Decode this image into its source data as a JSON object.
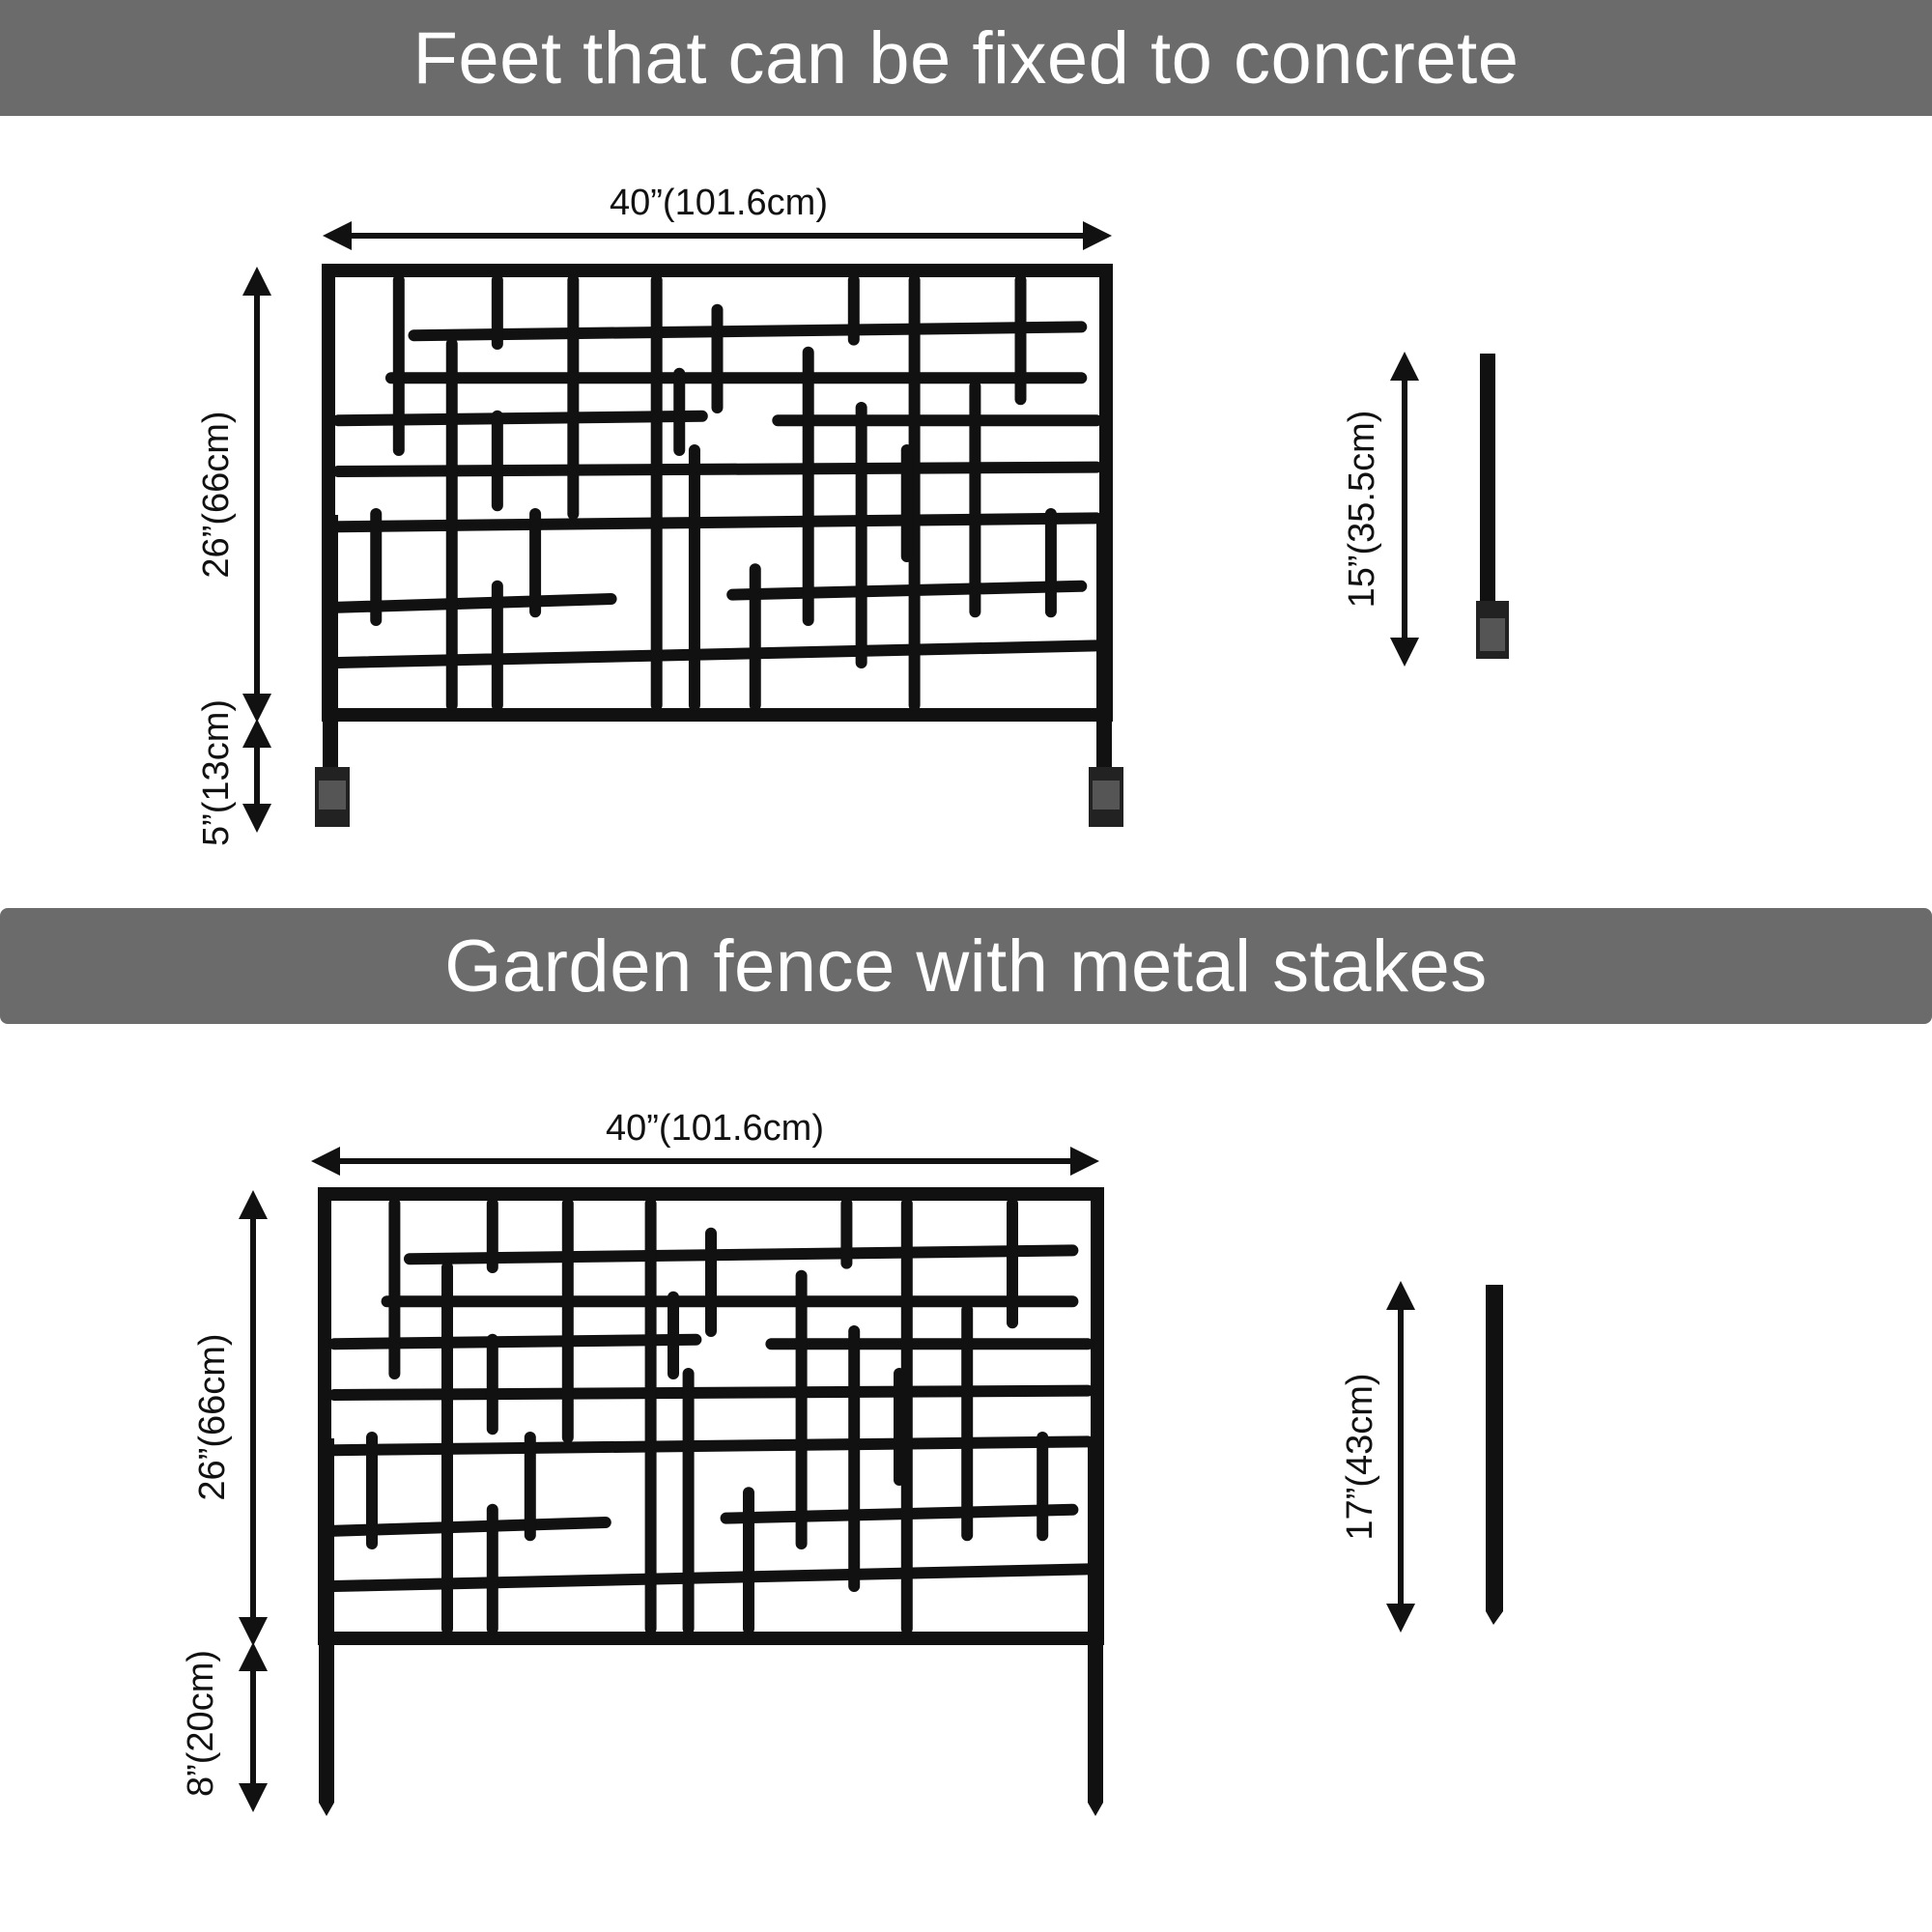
{
  "sections": [
    {
      "title": "Feet that can be fixed to concrete",
      "width_label": "40”(101.6cm)",
      "panel_height_label": "26”(66cm)",
      "leg_height_label": "5”(13cm)",
      "post_label": "15”(35.5cm)"
    },
    {
      "title": "Garden fence with metal stakes",
      "width_label": "40”(101.6cm)",
      "panel_height_label": "26”(66cm)",
      "leg_height_label": "8”(20cm)",
      "stake_label": "17”(43cm)"
    }
  ],
  "colors": {
    "banner": "#6b6b6b",
    "ink": "#111111",
    "banner_text": "#ffffff"
  }
}
